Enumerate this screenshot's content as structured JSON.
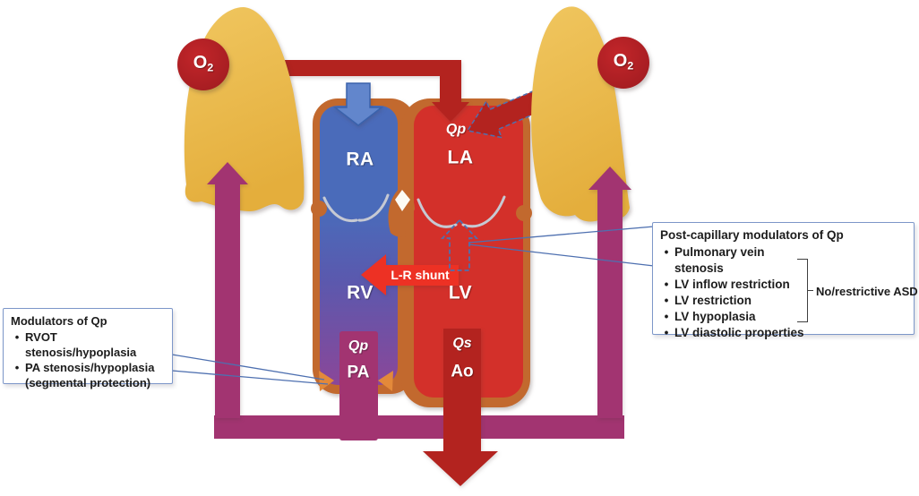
{
  "ui": {
    "bullet_char": "•"
  },
  "labels": {
    "o2": {
      "symbol": "O",
      "subscript": "2"
    },
    "ra": "RA",
    "la": "LA",
    "rv": "RV",
    "lv": "LV",
    "pa": "PA",
    "ao": "Ao",
    "qp_pulmonary_vein": "Qp",
    "qp_pulmonary_artery": "Qp",
    "qs_aorta": "Qs",
    "lr_shunt": "L-R shunt"
  },
  "left_box": {
    "title": "Modulators of Qp",
    "bullets": [
      "RVOT stenosis/hypoplasia",
      "PA stenosis/hypoplasia\n(segmental protection)"
    ]
  },
  "right_box": {
    "title": "Post-capillary modulators of Qp",
    "bullets": [
      "Pulmonary vein stenosis",
      "LV inflow restriction",
      "LV restriction",
      "LV hypoplasia",
      "LV diastolic properties"
    ],
    "bracket_label": "No/restrictive ASD"
  },
  "colors": {
    "lung_yellow": "#EBB94A",
    "oxygen_red": "#B01F24",
    "vein_red": "#B3231F",
    "heart_red": "#D3302A",
    "shunt_red": "#ED3124",
    "atrium_blue": "#4A6BBA",
    "rv_purple": "#84489B",
    "outline_orange": "#C2692E",
    "marker_orange": "#E3893A",
    "flow_magenta": "#A23471",
    "callout_blue": "#4E70B0",
    "box_border_blue": "#7D97C9"
  }
}
